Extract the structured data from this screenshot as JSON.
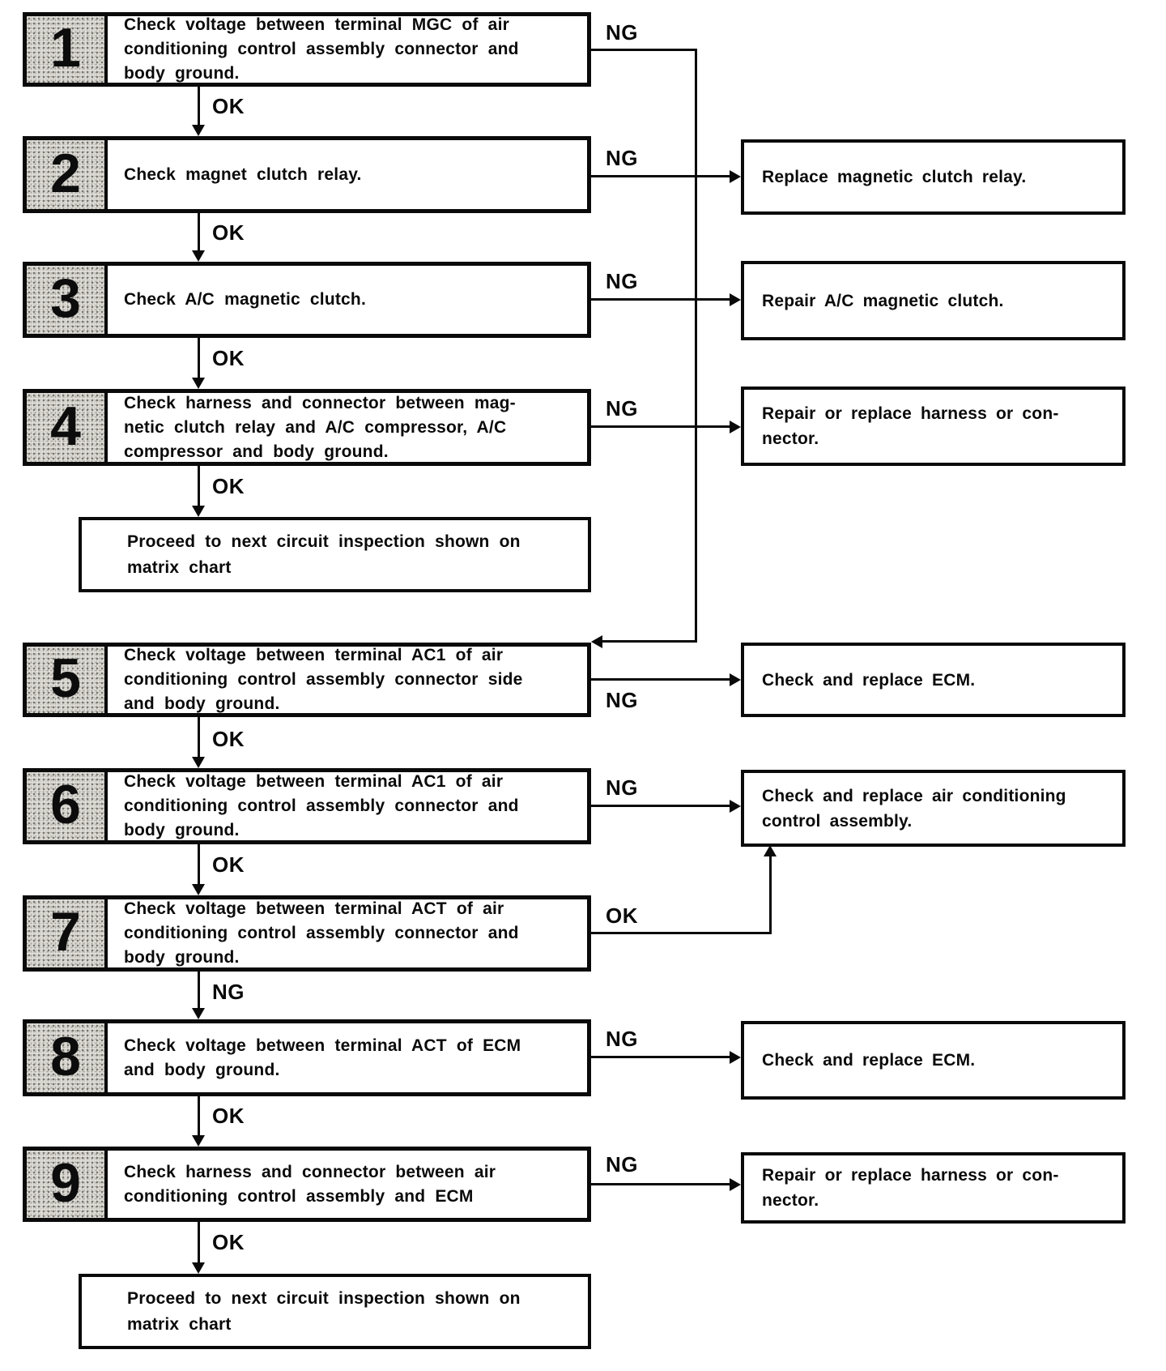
{
  "palette": {
    "ink": "#0a0a0a",
    "paper": "#ffffff",
    "step_tab_fill": "#e4e2de"
  },
  "steps": [
    {
      "number": "1",
      "text": "Check voltage between terminal MGC of air\nconditioning control assembly connector and\nbody ground.",
      "branch": "NG",
      "after": "OK"
    },
    {
      "number": "2",
      "text": "Check magnet clutch relay.",
      "branch": "NG",
      "after": "OK"
    },
    {
      "number": "3",
      "text": "Check A/C magnetic clutch.",
      "branch": "NG",
      "after": "OK"
    },
    {
      "number": "4",
      "text": "Check harness and connector between mag-\nnetic clutch relay and A/C compressor, A/C\ncompressor and body ground.",
      "branch": "NG",
      "after": "OK"
    },
    {
      "number": "5",
      "text": "Check voltage between terminal AC1 of air\nconditioning control assembly connector side\nand body ground.",
      "branch": "NG",
      "after": "OK"
    },
    {
      "number": "6",
      "text": "Check voltage between terminal AC1 of air\nconditioning control assembly connector and\nbody ground.",
      "branch": "NG",
      "after": "OK"
    },
    {
      "number": "7",
      "text": "Check voltage between terminal ACT of air\nconditioning control assembly connector and\nbody ground.",
      "branch": "OK",
      "after": "NG"
    },
    {
      "number": "8",
      "text": "Check voltage between terminal ACT of ECM\nand body ground.",
      "branch": "NG",
      "after": "OK"
    },
    {
      "number": "9",
      "text": "Check harness and connector between air\nconditioning control assembly and ECM",
      "branch": "NG",
      "after": "OK"
    }
  ],
  "actions": [
    {
      "text": "Replace magnetic clutch relay."
    },
    {
      "text": "Repair A/C magnetic clutch."
    },
    {
      "text": "Repair or replace harness or con-\nnector."
    },
    {
      "text": "Check and replace ECM."
    },
    {
      "text": "Check and replace air conditioning\ncontrol assembly."
    },
    {
      "text": "Check and replace ECM."
    },
    {
      "text": "Repair or replace harness or con-\nnector."
    }
  ],
  "terminals": [
    {
      "text": "Proceed to next circuit inspection shown on\nmatrix chart"
    },
    {
      "text": "Proceed to next circuit inspection shown on\nmatrix chart"
    }
  ]
}
